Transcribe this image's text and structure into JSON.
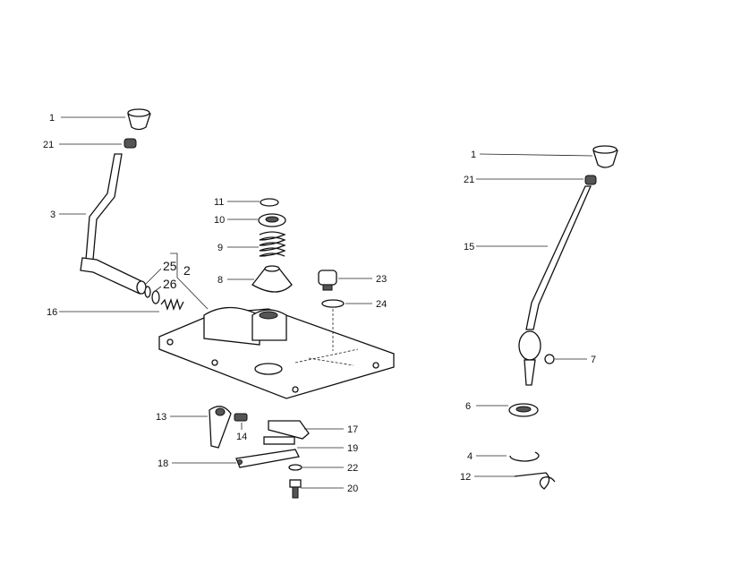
{
  "title": "Gear shift lever assembly exploded parts diagram",
  "left_assembly": {
    "labels": [
      "1",
      "21",
      "3",
      "25",
      "26",
      "2",
      "16",
      "11",
      "10",
      "9",
      "8",
      "23",
      "24",
      "13",
      "14",
      "17",
      "18",
      "19",
      "22",
      "20"
    ]
  },
  "right_assembly": {
    "labels": [
      "1",
      "21",
      "15",
      "7",
      "6",
      "4",
      "12"
    ]
  }
}
